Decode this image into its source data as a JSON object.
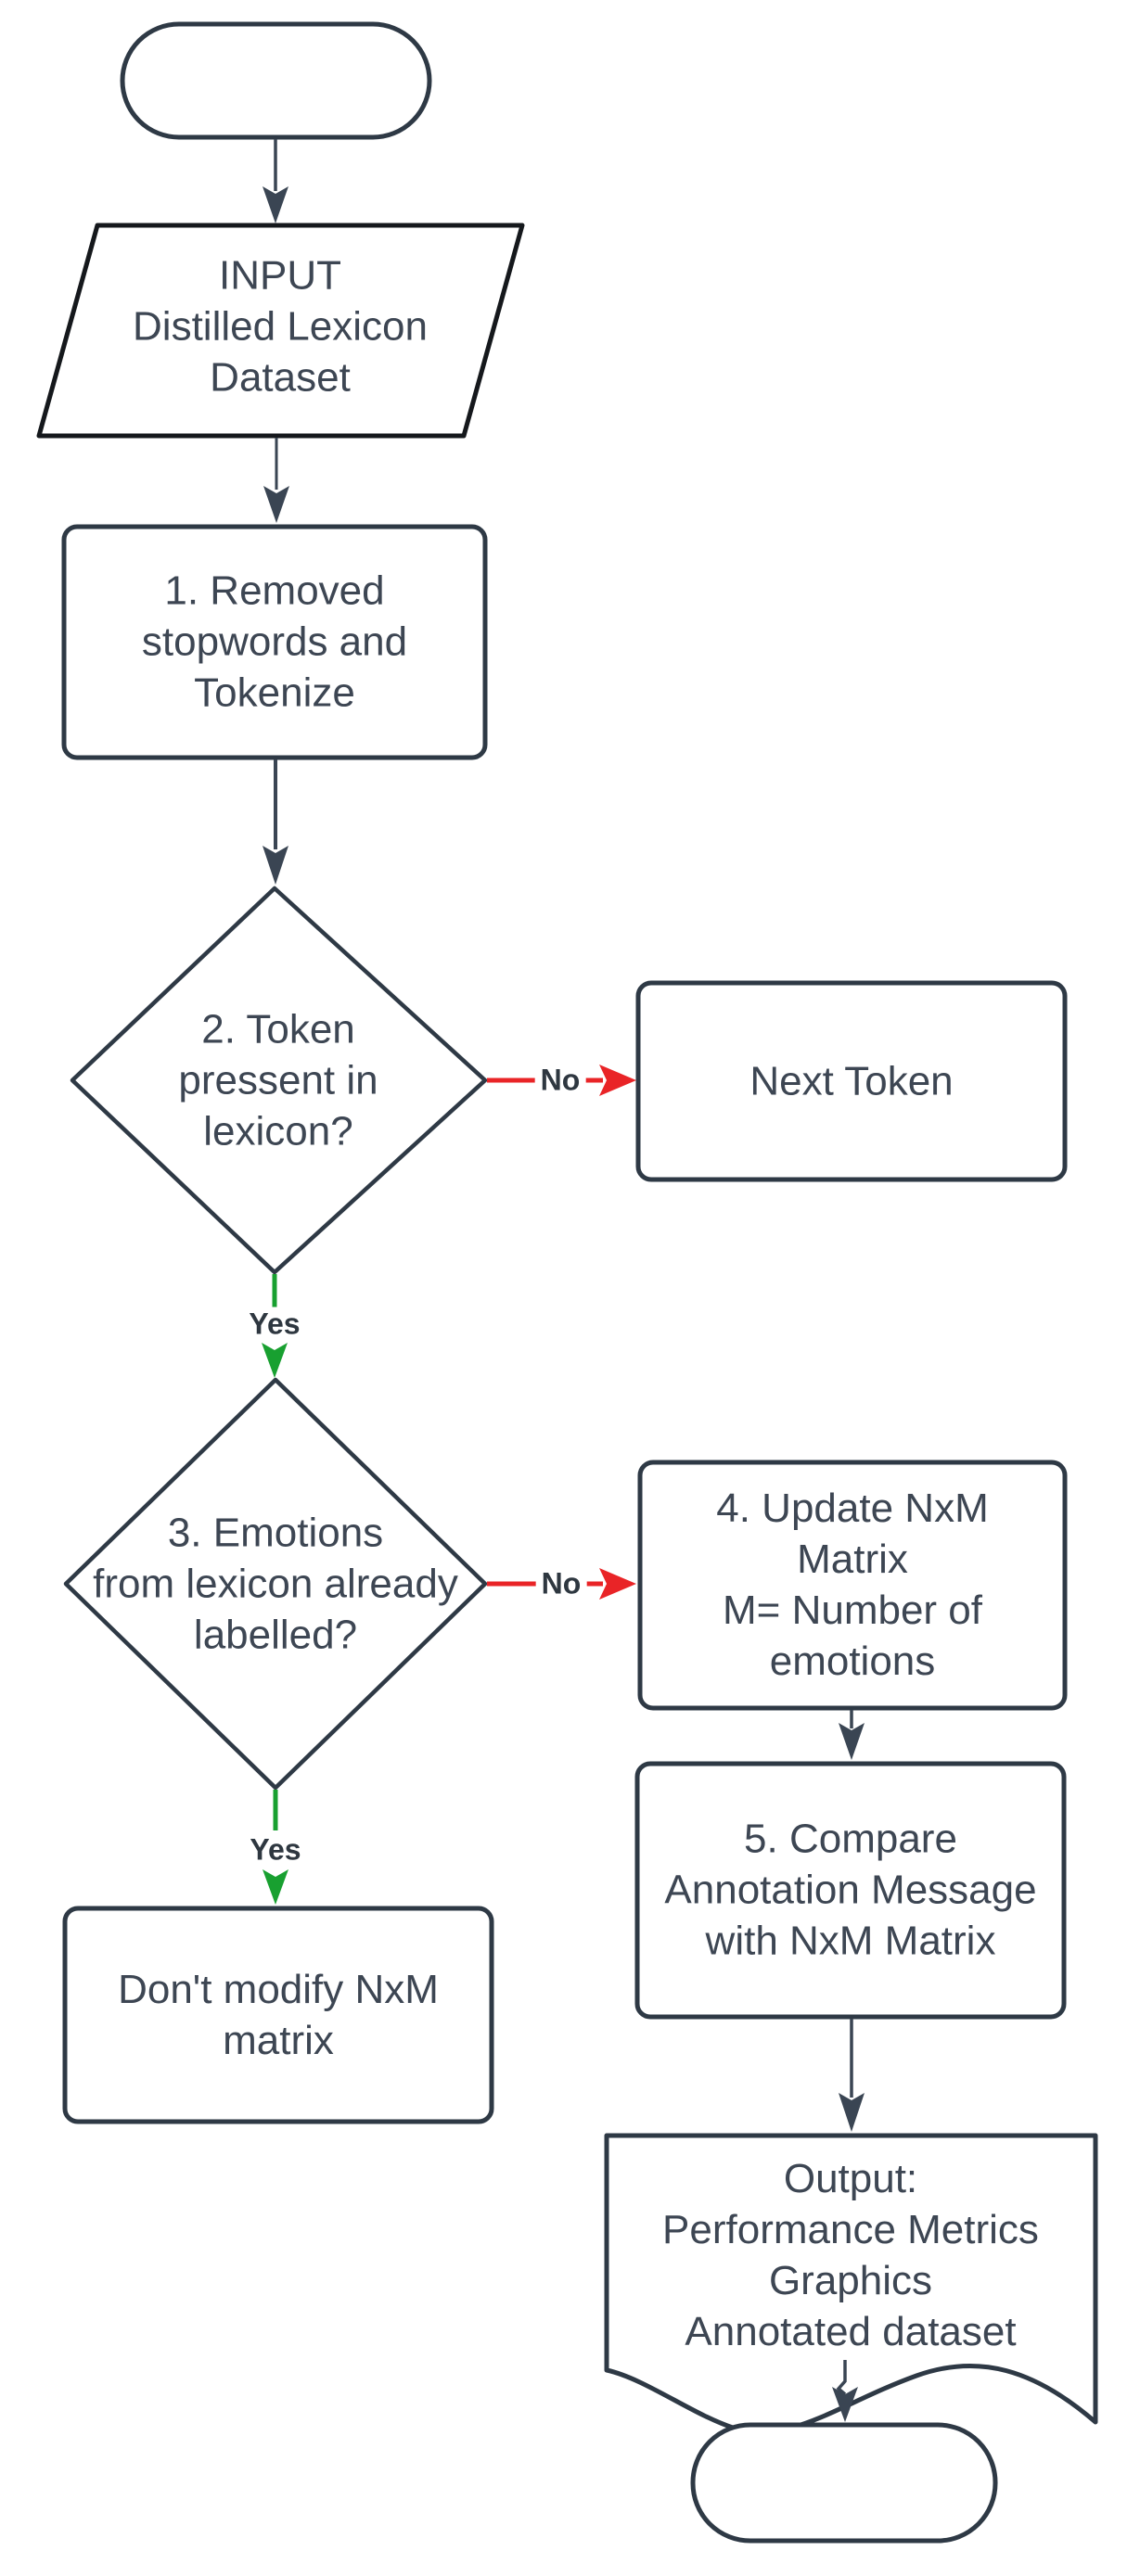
{
  "flowchart": {
    "colors": {
      "shape_stroke": "#2e3945",
      "parallelogram_stroke": "#15181c",
      "text": "#3d4653",
      "edge_label_text": "#2e3740",
      "connector": "#3a4553",
      "no_edge_red": "#e92427",
      "yes_edge_green": "#18a030",
      "background": "#ffffff"
    },
    "nodes": {
      "start": {
        "shape": "terminator",
        "label": ""
      },
      "input": {
        "shape": "parallelogram",
        "label": "INPUT\nDistilled Lexicon\nDataset"
      },
      "step1": {
        "shape": "process",
        "label": "1. Removed\nstopwords and\nTokenize"
      },
      "decision2": {
        "shape": "decision",
        "label": "2. Token\npressent in\nlexicon?"
      },
      "next_token": {
        "shape": "process",
        "label": "Next Token"
      },
      "decision3": {
        "shape": "decision",
        "label": "3. Emotions\nfrom lexicon already\nlabelled?"
      },
      "step4": {
        "shape": "process",
        "label": "4. Update NxM\nMatrix\nM= Number of\nemotions"
      },
      "step5": {
        "shape": "process",
        "label": "5. Compare\nAnnotation Message\nwith NxM Matrix"
      },
      "dont_modify": {
        "shape": "process",
        "label": "Don't modify NxM\nmatrix"
      },
      "output": {
        "shape": "document",
        "label": "Output:\nPerformance Metrics\nGraphics\nAnnotated dataset"
      },
      "end": {
        "shape": "terminator",
        "label": ""
      }
    },
    "edges": {
      "decision2_no": {
        "label": "No"
      },
      "decision2_yes": {
        "label": "Yes"
      },
      "decision3_no": {
        "label": "No"
      },
      "decision3_yes": {
        "label": "Yes"
      }
    }
  }
}
